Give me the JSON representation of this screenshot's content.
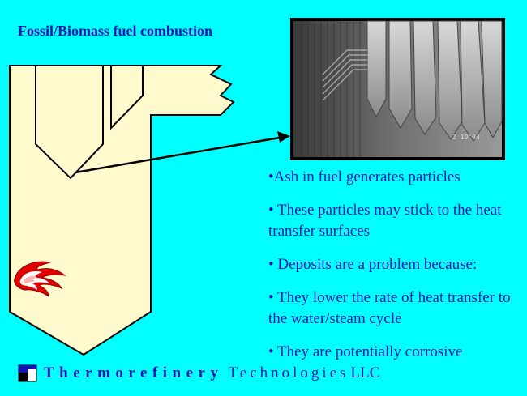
{
  "title": "Fossil/Biomass fuel combustion",
  "bullets": [
    "•Ash in fuel generates particles",
    "• These particles may stick to the heat transfer surfaces",
    "• Deposits are a problem because:",
    "• They lower the rate of heat transfer to the water/steam cycle",
    "• They are potentially corrosive"
  ],
  "footer": {
    "company_bold": "Thermorefinery",
    "company_regular": "Technologies",
    "suffix": "LLC"
  },
  "photo": {
    "caption_stamp": "2 10'94"
  },
  "colors": {
    "background": "#00FFFF",
    "text": "#1414B4",
    "boiler_fill": "#FFFACD",
    "flame_red": "#E00000"
  },
  "icons": [
    "flame-icon",
    "company-logo-icon"
  ]
}
